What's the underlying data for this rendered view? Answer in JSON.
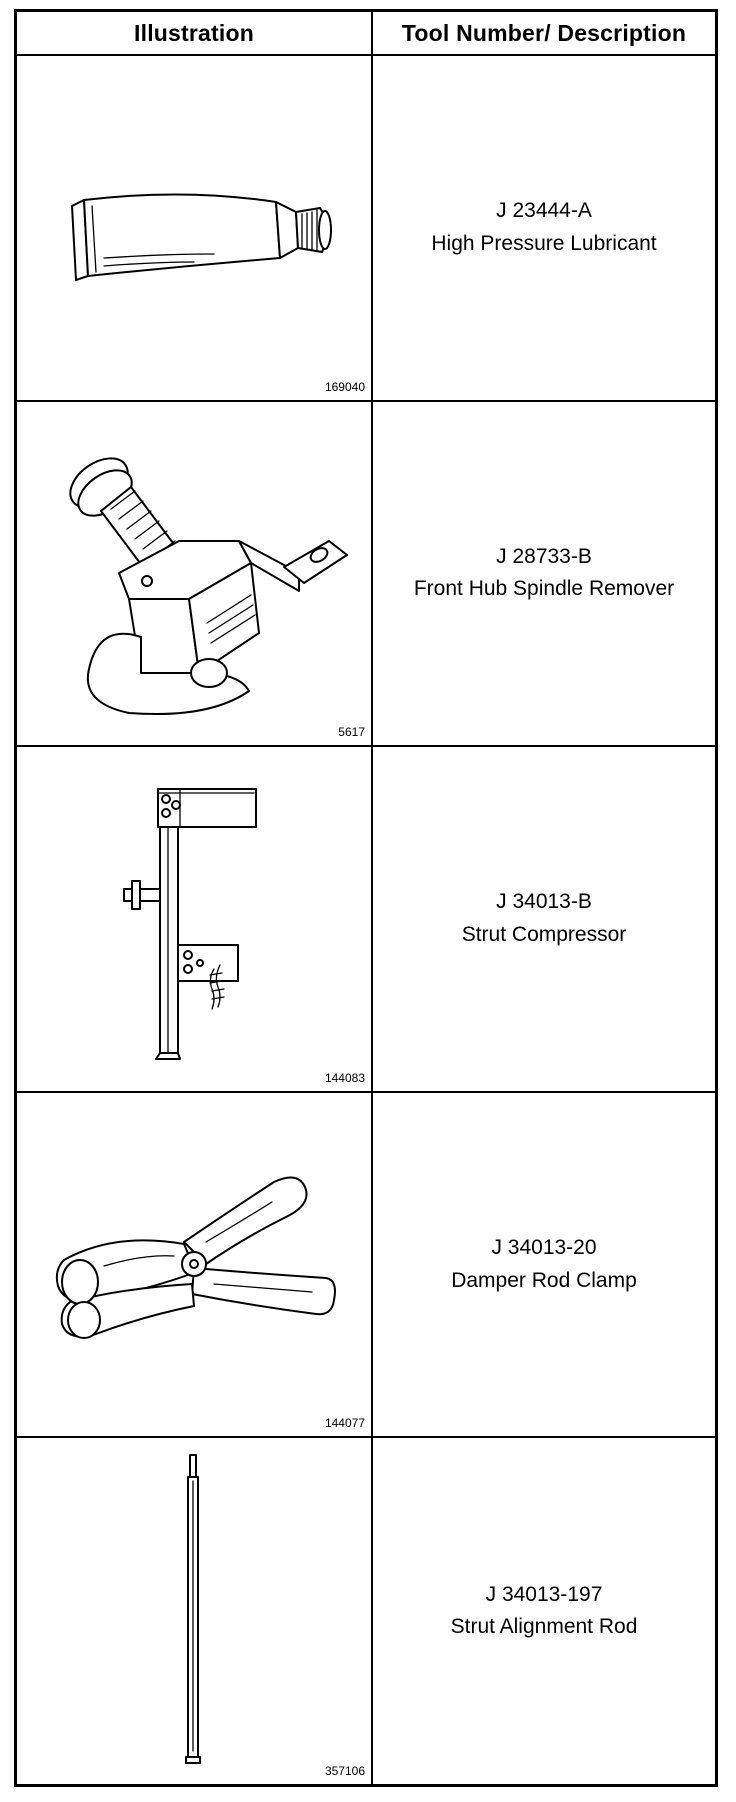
{
  "table": {
    "header": {
      "illustration": "Illustration",
      "description": "Tool Number/ Description"
    },
    "rows": [
      {
        "figure_number": "169040",
        "tool_number": "J 23444-A",
        "description": "High Pressure Lubricant",
        "icon": "lubricant-tube-icon"
      },
      {
        "figure_number": "5617",
        "tool_number": "J 28733-B",
        "description": "Front Hub Spindle Remover",
        "icon": "spindle-remover-icon"
      },
      {
        "figure_number": "144083",
        "tool_number": "J 34013-B",
        "description": "Strut Compressor",
        "icon": "strut-compressor-icon"
      },
      {
        "figure_number": "144077",
        "tool_number": "J 34013-20",
        "description": "Damper Rod Clamp",
        "icon": "damper-rod-clamp-icon"
      },
      {
        "figure_number": "357106",
        "tool_number": "J 34013-197",
        "description": "Strut Alignment Rod",
        "icon": "alignment-rod-icon"
      }
    ]
  }
}
